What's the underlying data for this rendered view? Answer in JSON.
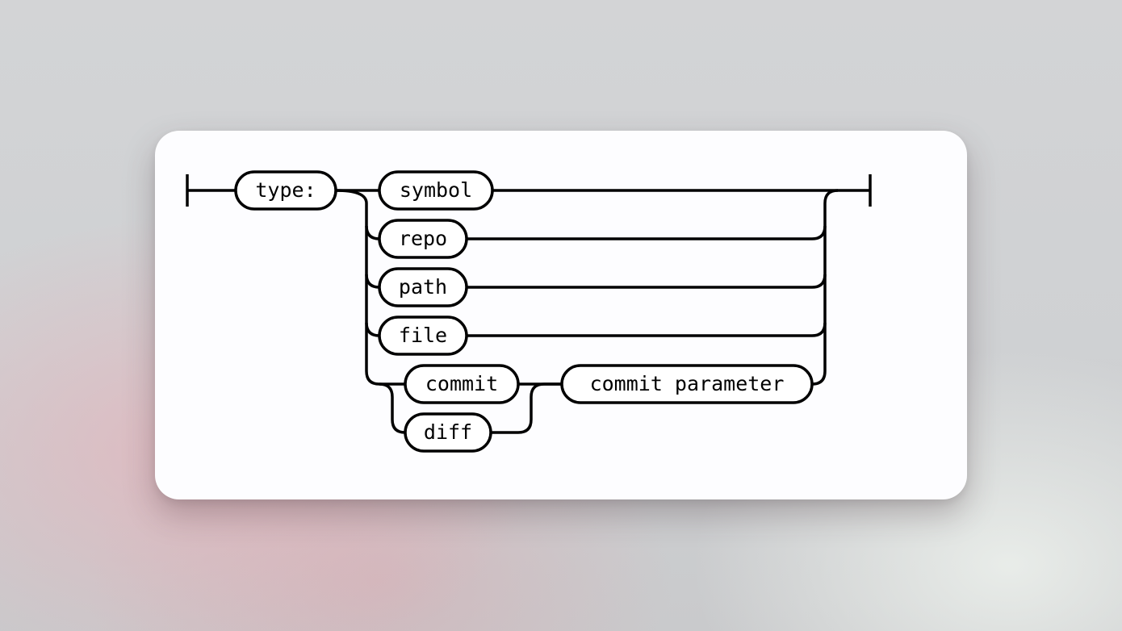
{
  "diagram": {
    "start": {
      "label": "type:"
    },
    "choices": [
      {
        "label": "symbol"
      },
      {
        "label": "repo"
      },
      {
        "label": "path"
      },
      {
        "label": "file"
      }
    ],
    "sub_choices": [
      {
        "label": "commit"
      },
      {
        "label": "diff"
      }
    ],
    "parameter": {
      "label": "commit parameter"
    }
  }
}
